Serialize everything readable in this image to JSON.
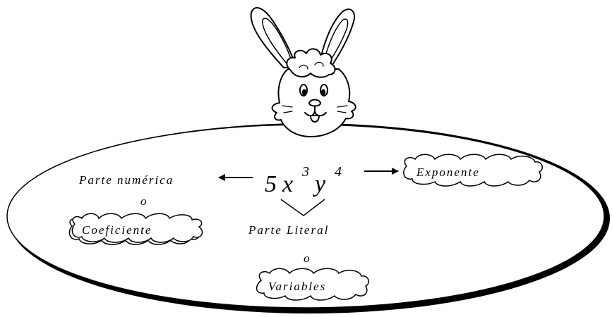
{
  "expression": {
    "coefficient": "5",
    "var1": "x",
    "exp1": "3",
    "var2": "y",
    "exp2": "4"
  },
  "labels": {
    "numeric_part": "Parte numérica",
    "or_1": "o",
    "coefficient": "Coeficiente",
    "exponent": "Exponente",
    "literal_part": "Parte Literal",
    "or_2": "o",
    "variables": "Variables"
  },
  "illustration": {
    "character": "bunny-head-icon"
  }
}
